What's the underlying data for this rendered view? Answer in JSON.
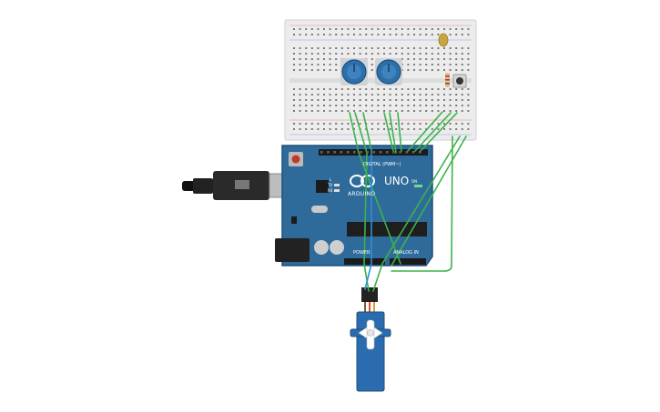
{
  "arduino": {
    "logo_text": "ARDUINO",
    "model": "UNO",
    "header_digital": "DIGITAL (PWM~)",
    "header_power": "POWER",
    "header_analog": "ANALOG IN",
    "on_label": "ON",
    "led_l": "L",
    "led_tx": "TX",
    "led_rx": "RX"
  },
  "colors": {
    "board": "#2f6b9a",
    "board_edge": "#1d4f78",
    "breadboard": "#e9e9e9",
    "wire_green": "#3bb34a",
    "wire_blue": "#2b8fd6",
    "servo": "#2b6cb0",
    "pot": "#2d6fa8",
    "led": "#c9a640",
    "button": "#333333"
  },
  "icons": {
    "usb": "usb-cable-icon",
    "power_jack": "dc-jack-icon",
    "reset": "reset-button-icon",
    "infinity": "arduino-infinity-logo-icon"
  }
}
